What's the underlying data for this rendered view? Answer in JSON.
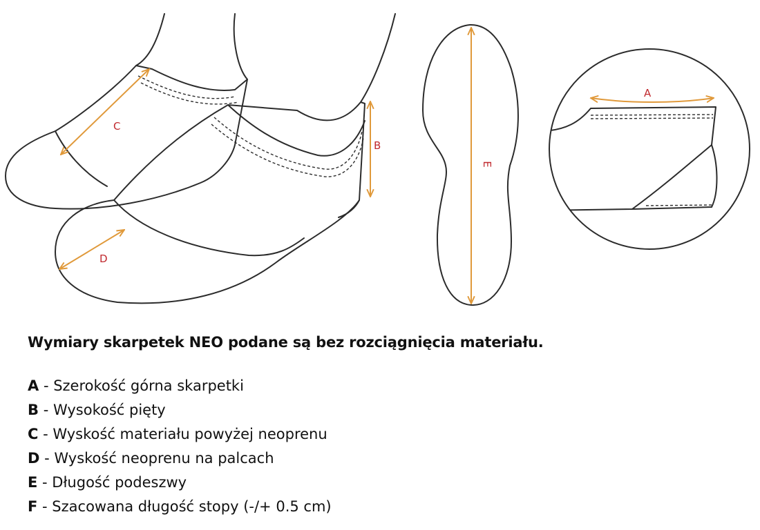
{
  "diagram": {
    "labels": {
      "a": "A",
      "b": "B",
      "c": "C",
      "d": "D",
      "e": "E"
    },
    "measure_color": "#e0993a",
    "label_color": "#c0282d"
  },
  "heading": "Wymiary skarpetek NEO podane są bez rozciągnięcia materiału.",
  "legend": [
    {
      "key": "A",
      "sep": " - ",
      "text": "Szerokość górna skarpetki"
    },
    {
      "key": "B",
      "sep": " - ",
      "text": "Wysokość pięty"
    },
    {
      "key": "C",
      "sep": " - ",
      "text": "Wyskość materiału powyżej neoprenu"
    },
    {
      "key": "D",
      "sep": " - ",
      "text": "Wyskość neoprenu na palcach"
    },
    {
      "key": "E",
      "sep": " - ",
      "text": "Długość podeszwy"
    },
    {
      "key": "F",
      "sep": " - ",
      "text": "Szacowana długość stopy (-/+ 0.5 cm)"
    }
  ]
}
